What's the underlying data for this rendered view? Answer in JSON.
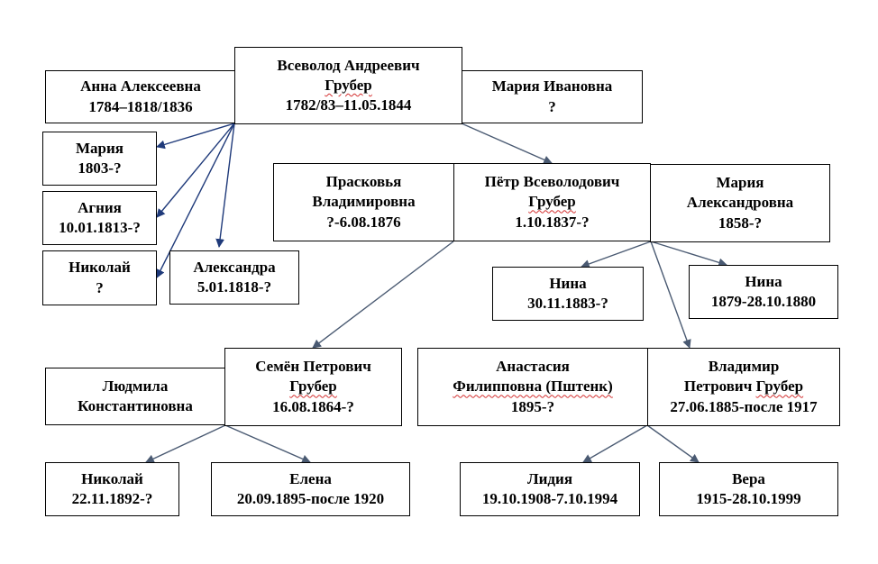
{
  "colors": {
    "arrow_gray": "#4a5a72",
    "arrow_navy": "#1f3a7a",
    "spell_underline": "#d32f2f"
  },
  "people": {
    "vsevolod": {
      "name1": "Всеволод Андреевич",
      "name2": "Грубер",
      "dates": "1782/83–11.05.1844"
    },
    "anna": {
      "name1": "Анна Алексеевна",
      "dates": "1784–1818/1836"
    },
    "maria_iv": {
      "name1": "Мария Ивановна",
      "dates": "?"
    },
    "maria_ch": {
      "name1": "Мария",
      "dates": "1803-?"
    },
    "agniya": {
      "name1": "Агния",
      "dates": "10.01.1813-?"
    },
    "nikolay_ch": {
      "name1": "Николай",
      "dates": "?"
    },
    "aleksandra": {
      "name1": "Александра",
      "dates": "5.01.1818-?"
    },
    "praskovya": {
      "name1": "Прасковья",
      "name2": "Владимировна",
      "dates": "?-6.08.1876"
    },
    "petr": {
      "name1": "Пётр Всеволодович",
      "name2": "Грубер",
      "dates": "1.10.1837-?"
    },
    "maria_al": {
      "name1": "Мария",
      "name2": "Александровна",
      "dates": "1858-?"
    },
    "nina1": {
      "name1": "Нина",
      "dates": "30.11.1883-?"
    },
    "nina2": {
      "name1": "Нина",
      "dates": "1879-28.10.1880"
    },
    "lyudmila": {
      "name1": "Людмила",
      "name2": "Константиновна"
    },
    "semen": {
      "name1": "Семён Петрович",
      "name2": "Грубер",
      "dates": "16.08.1864-?"
    },
    "anastasia": {
      "name1": "Анастасия",
      "name2": "Филипповна (Пштенк)",
      "dates": "1895-?"
    },
    "vladimir": {
      "name1": "Владимир",
      "name2a": "Петрович ",
      "name2b": "Грубер",
      "dates": "27.06.1885-после 1917"
    },
    "nikolay_g": {
      "name1": "Николай",
      "dates": "22.11.1892-?"
    },
    "elena": {
      "name1": "Елена",
      "dates": "20.09.1895-после 1920"
    },
    "lidiya": {
      "name1": "Лидия",
      "dates": "19.10.1908-7.10.1994"
    },
    "vera": {
      "name1": "Вера",
      "dates": "1915-28.10.1999"
    }
  }
}
